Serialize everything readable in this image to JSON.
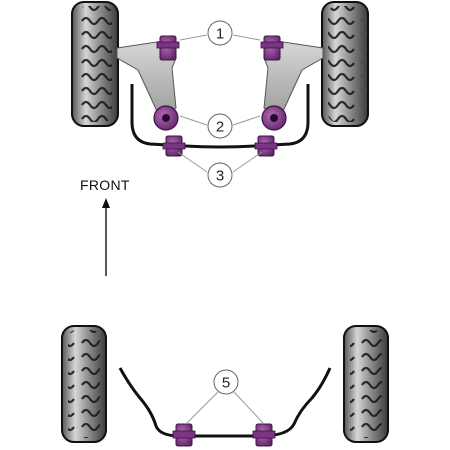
{
  "direction_label": "FRONT",
  "callouts": {
    "c1": "1",
    "c2": "2",
    "c3": "3",
    "c5": "5"
  },
  "colors": {
    "bushing": "#8a3f8e",
    "bushing_dark": "#5a1f63",
    "tyre": "#2c2c2c",
    "arm": "#b9b9b9",
    "bar": "#1a1a1a",
    "leader": "#9a9a9a"
  },
  "icons": [
    "front-arrow-icon",
    "tyre-icon",
    "bushing-icon"
  ]
}
